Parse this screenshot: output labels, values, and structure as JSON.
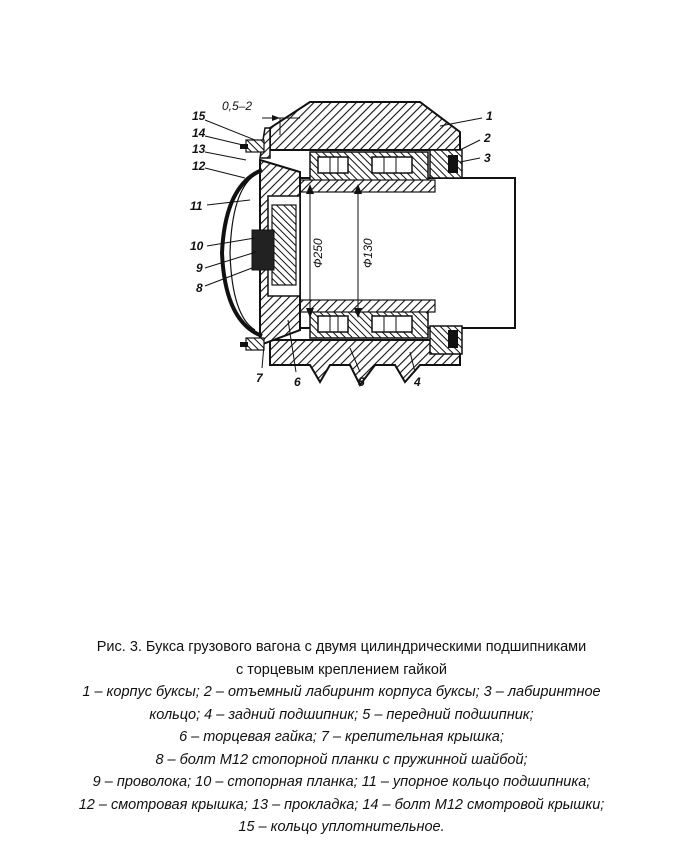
{
  "figure": {
    "dimension_label": "0,5–2",
    "diameter_outer": "Ф250",
    "diameter_inner": "Ф130",
    "callouts": [
      "15",
      "14",
      "13",
      "12",
      "11",
      "10",
      "9",
      "8",
      "7",
      "6",
      "5",
      "4",
      "1",
      "2",
      "3"
    ]
  },
  "caption": {
    "title_line1": "Рис. 3.   Букса грузового вагона с двумя цилиндрическими подшипниками",
    "title_line2": "с торцевым креплением гайкой",
    "legend": [
      "1 – корпус буксы; 2 – отъемный лабиринт корпуса буксы; 3 – лабиринтное",
      "кольцо;  4 – задний  подшипник;  5 – передний  подшипник;",
      "6 – торцевая гайка; 7 – крепительная крышка;",
      "8 – болт М12 стопорной планки с пружинной  шайбой;",
      "9 – проволока;  10 – стопорная  планка; 11 – упорное кольцо подшипника;",
      "12 – смотровая крышка; 13 – прокладка; 14 – болт М12 смотровой крышки;",
      "15 – кольцо уплотнительное."
    ]
  }
}
